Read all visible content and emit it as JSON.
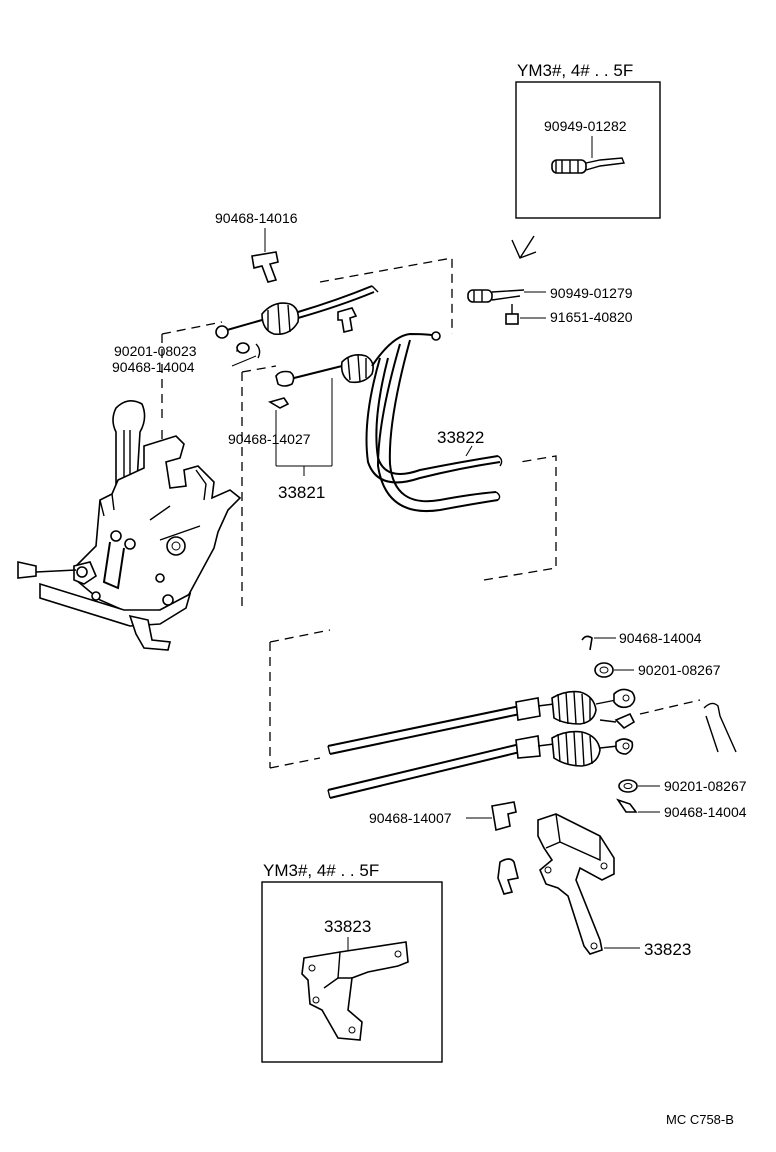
{
  "boxes": {
    "top_right_title": "YM3#, 4# . . 5F",
    "bottom_left_title": "YM3#, 4# . . 5F"
  },
  "labels": {
    "p_90949_01282": "90949-01282",
    "p_90468_14016": "90468-14016",
    "p_90949_01279": "90949-01279",
    "p_91651_40820": "91651-40820",
    "p_90201_08023": "90201-08023",
    "p_90468_14004_a": "90468-14004",
    "p_90468_14027": "90468-14027",
    "p_33822": "33822",
    "p_33821": "33821",
    "p_90468_14004_b": "90468-14004",
    "p_90201_08267_a": "90201-08267",
    "p_90201_08267_b": "90201-08267",
    "p_90468_14004_c": "90468-14004",
    "p_90468_14007": "90468-14007",
    "p_33823_a": "33823",
    "p_33823_b": "33823"
  },
  "footer": {
    "code": "MC  C758-B"
  }
}
